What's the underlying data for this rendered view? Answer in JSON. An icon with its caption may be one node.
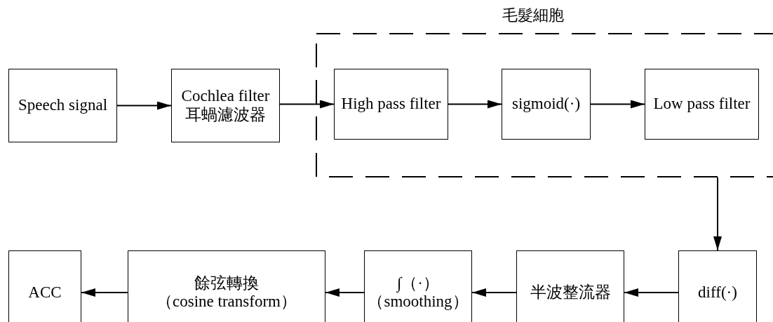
{
  "diagram": {
    "nodes": [
      {
        "text": [
          "Speech signal"
        ]
      },
      {
        "text": [
          "Cochlea filter",
          "耳蝸濾波器"
        ]
      },
      {
        "text": [
          "毛髮細胞"
        ]
      },
      {
        "text": [
          "High pass filter"
        ],
        "in": 2
      },
      {
        "text": [
          "sigmoid(·)"
        ],
        "in": 2
      },
      {
        "text": [
          "Low pass filter"
        ],
        "in": 2
      },
      {
        "text": [
          "ACC"
        ]
      },
      {
        "text": [
          "餘弦轉換",
          "（cosine transform）"
        ]
      },
      {
        "text": [
          "∫（·）",
          "（smoothing）"
        ]
      },
      {
        "text": [
          "半波整流器"
        ]
      },
      {
        "text": [
          "diff(·)"
        ]
      }
    ],
    "edges": [
      {
        "from": 0,
        "to": 1,
        "arrow": "to"
      },
      {
        "from": 1,
        "to": 3,
        "arrow": "to"
      },
      {
        "from": 3,
        "to": 4,
        "arrow": "to"
      },
      {
        "from": 4,
        "to": 5,
        "arrow": "to"
      },
      {
        "from": 2,
        "to": 10,
        "arrow": "to"
      },
      {
        "from": 10,
        "to": 9,
        "arrow": "to"
      },
      {
        "from": 9,
        "to": 8,
        "arrow": "to"
      },
      {
        "from": 8,
        "to": 7,
        "arrow": "to"
      },
      {
        "from": 7,
        "to": 6,
        "arrow": "to"
      }
    ]
  }
}
